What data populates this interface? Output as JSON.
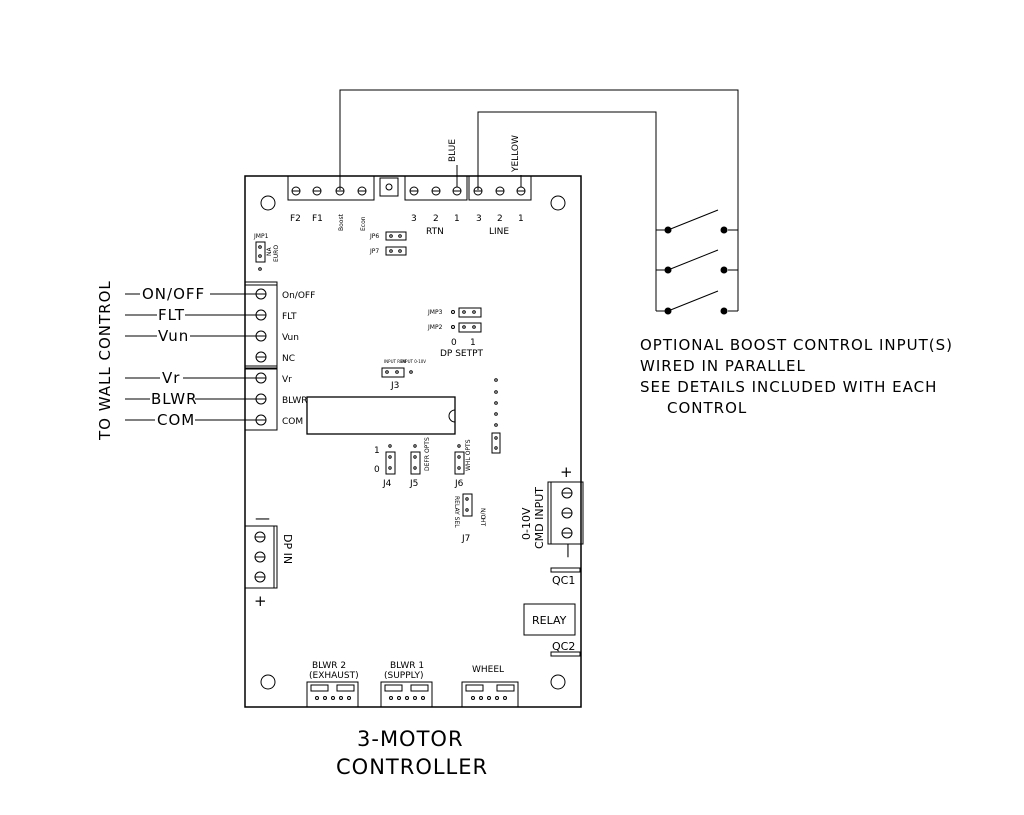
{
  "diagram": {
    "title_line1": "3-MOTOR",
    "title_line2": "CONTROLLER",
    "wall_control_label": "TO WALL CONTROL",
    "wall_wires": [
      "ON/OFF",
      "FLT",
      "Vun",
      "Vr",
      "BLWR",
      "COM"
    ],
    "left_terminals": [
      "On/OFF",
      "FLT",
      "Vun",
      "NC",
      "Vr",
      "BLWR",
      "COM"
    ],
    "top_block_left": [
      "F2",
      "F1",
      "Boost",
      "Econ"
    ],
    "rtn_numbers": [
      "3",
      "2",
      "1"
    ],
    "rtn_label": "RTN",
    "line_numbers": [
      "3",
      "2",
      "1"
    ],
    "line_label": "LINE",
    "wire_blue": "BLUE",
    "wire_yellow": "YELLOW",
    "jmp1": "JMP1",
    "jmp1_na": "NA",
    "jmp1_euro": "EURO",
    "jp6": "JP6",
    "jp7": "JP7",
    "jmp3": "JMP3",
    "jmp2": "JMP2",
    "jmp_zero": "0",
    "jmp_one": "1",
    "dp_setpt": "DP SETPT",
    "j3_input_rem": "INPUT REM",
    "j3_input_010": "INPUT 0-10V",
    "j3": "J3",
    "j4_one": "1",
    "j4_zero": "0",
    "j4": "J4",
    "j5_label": "DEFR OPTS",
    "j5": "J5",
    "j6_label": "WHL OPTS",
    "j6": "J6",
    "j7_no": "N/O",
    "j7_ht": "HT",
    "j7_relay_sel": "RELAY SEL",
    "j7": "J7",
    "cmd_input_line1": "0-10V",
    "cmd_input_line2": "CMD INPUT",
    "cmd_plus": "+",
    "cmd_minus": "—",
    "dp_in": "DP IN",
    "dp_minus": "—",
    "dp_plus": "+",
    "qc1": "QC1",
    "relay": "RELAY",
    "qc2": "QC2",
    "blwr2_line1": "BLWR 2",
    "blwr2_line2": "(EXHAUST)",
    "blwr1_line1": "BLWR 1",
    "blwr1_line2": "(SUPPLY)",
    "wheel": "WHEEL",
    "boost_note": [
      "OPTIONAL BOOST CONTROL INPUT(S)",
      "WIRED IN PARALLEL",
      "SEE DETAILS INCLUDED WITH EACH",
      "CONTROL"
    ]
  }
}
